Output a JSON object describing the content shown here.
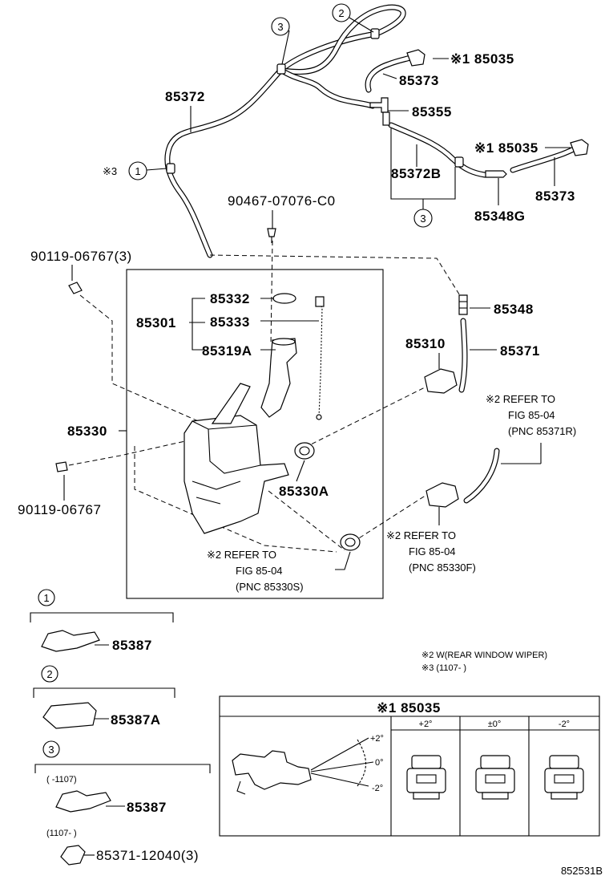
{
  "callouts": {
    "c3_top": "3",
    "c2_top": "2",
    "c1_left": "1",
    "c3_mid": "3",
    "s3_mark": "※3"
  },
  "parts": {
    "p85035_top": "※1 85035",
    "p85373_top": "85373",
    "p85355": "85355",
    "p85372": "85372",
    "p85035_mid": "※1 85035",
    "p85372B": "85372B",
    "p85373_right": "85373",
    "p85348G": "85348G",
    "p90467": "90467-07076-C0",
    "p90119_3": "90119-06767(3)",
    "p85332": "85332",
    "p85333": "85333",
    "p85301": "85301",
    "p85319A": "85319A",
    "p85348": "85348",
    "p85310": "85310",
    "p85371": "85371",
    "p85330": "85330",
    "p85330A": "85330A",
    "p90119": "90119-06767"
  },
  "refers": {
    "right_top": [
      "※2 REFER TO",
      "FIG 85-04",
      "(PNC 85371R)"
    ],
    "right_bottom": [
      "※2 REFER TO",
      "FIG 85-04",
      "(PNC 85330F)"
    ],
    "center": [
      "※2 REFER TO",
      "FIG 85-04",
      "(PNC 85330S)"
    ]
  },
  "notes": {
    "n2": "※2 W(REAR WINDOW WIPER)",
    "n3": "※3 (1107-        )"
  },
  "legend": {
    "item1_num": "1",
    "item1_part": "85387",
    "item2_num": "2",
    "item2_part": "85387A",
    "item3_num": "3",
    "item3_range1": "(      -1107)",
    "item3_part1": "85387",
    "item3_range2": "(1107-       )",
    "item3_part2": "85371-12040(3)"
  },
  "detail": {
    "title": "※1 85035",
    "angle_plus": "+2°",
    "angle_zero": "0°",
    "angle_minus": "-2°",
    "col_labels": [
      "+2°",
      "±0°",
      "-2°"
    ]
  },
  "figure_code": "852531B"
}
